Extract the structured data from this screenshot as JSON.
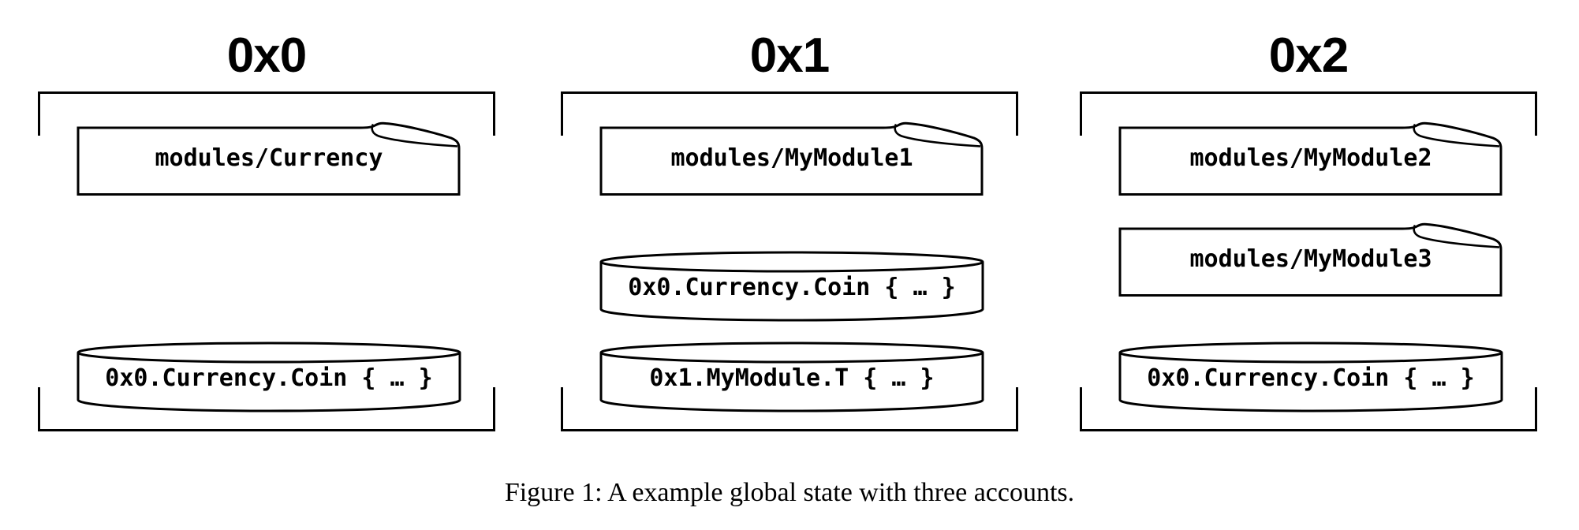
{
  "figure": {
    "caption": "Figure 1: A example global state with three accounts."
  },
  "accounts": [
    {
      "address": "0x0",
      "modules": [
        "modules/Currency"
      ],
      "resources": [
        "0x0.Currency.Coin { … }"
      ]
    },
    {
      "address": "0x1",
      "modules": [
        "modules/MyModule1"
      ],
      "resources": [
        "0x0.Currency.Coin { … }",
        "0x1.MyModule.T { … }"
      ]
    },
    {
      "address": "0x2",
      "modules": [
        "modules/MyModule2",
        "modules/MyModule3"
      ],
      "resources": [
        "0x0.Currency.Coin { … }"
      ]
    }
  ],
  "icons": {
    "module": "file-page-curl-icon",
    "resource": "database-cylinder-icon",
    "container": "account-bracket"
  },
  "colors": {
    "ink": "#000000",
    "background": "#ffffff"
  }
}
